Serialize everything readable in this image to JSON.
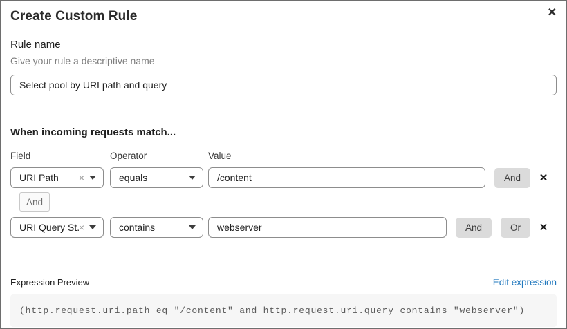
{
  "modal": {
    "title": "Create Custom Rule"
  },
  "icons": {
    "close": "✕",
    "row_delete": "✕",
    "clear_selection": "×"
  },
  "rule_name": {
    "label": "Rule name",
    "hint": "Give your rule a descriptive name",
    "value": "Select pool by URI path and query"
  },
  "matcher": {
    "heading": "When incoming requests match...",
    "columns": {
      "field": "Field",
      "operator": "Operator",
      "value": "Value"
    },
    "connector": "And",
    "rows": [
      {
        "field": "URI Path",
        "operator": "equals",
        "value": "/content",
        "and_label": "And"
      },
      {
        "field": "URI Query St...",
        "operator": "contains",
        "value": "webserver",
        "and_label": "And",
        "or_label": "Or"
      }
    ]
  },
  "expression": {
    "label": "Expression Preview",
    "edit_link": "Edit expression",
    "code": "(http.request.uri.path eq \"/content\" and http.request.uri.query contains \"webserver\")"
  },
  "colors": {
    "link": "#2178be",
    "logic_button_bg": "#dbdbdb",
    "code_block_bg": "#f6f6f6",
    "input_border": "#8d8d8d"
  }
}
